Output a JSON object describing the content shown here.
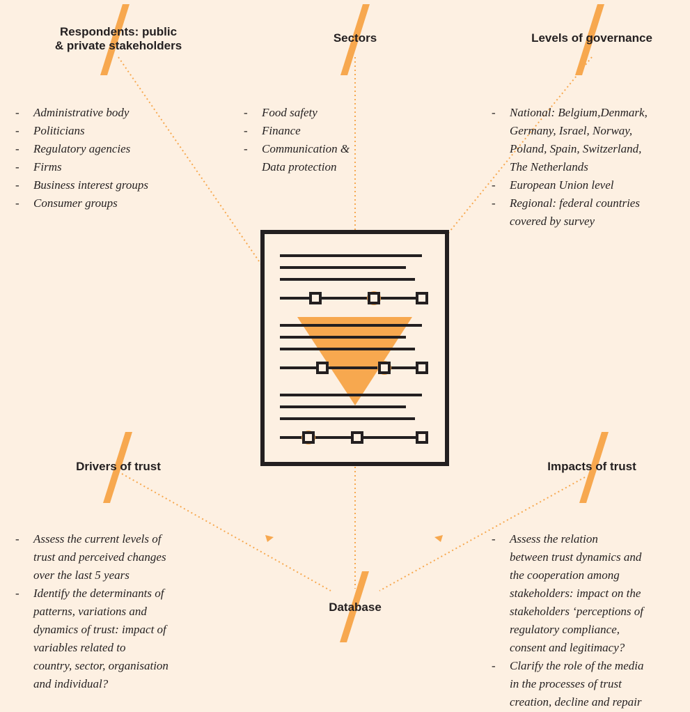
{
  "colors": {
    "background": "#fdf0e2",
    "accent": "#f7a84f",
    "ink": "#231f20"
  },
  "respondents": {
    "title": "Respondents: public\n& private stakeholders",
    "items": [
      "Administrative body",
      "Politicians",
      "Regulatory agencies",
      "Firms",
      "Business interest groups",
      "Consumer groups"
    ]
  },
  "sectors": {
    "title": "Sectors",
    "items": [
      "Food safety",
      "Finance",
      "Communication &\nData protection"
    ]
  },
  "governance": {
    "title": "Levels of governance",
    "items": [
      "National: Belgium,Denmark,\nGermany, Israel, Norway,\nPoland, Spain, Switzerland,\nThe Netherlands",
      "European Union level",
      "Regional: federal countries\ncovered by survey"
    ]
  },
  "drivers": {
    "title": "Drivers of trust",
    "items": [
      "Assess the current levels of\ntrust and perceived changes\nover the last 5 years",
      "Identify the determinants of\npatterns, variations and\ndynamics of trust: impact of\nvariables related to\ncountry, sector, organisation\nand individual?"
    ]
  },
  "impacts": {
    "title": "Impacts of trust",
    "items": [
      "Assess the relation\nbetween trust dynamics and\n the cooperation among\nstakeholders: impact on the\nstakeholders ‘perceptions of\nregulatory compliance,\nconsent and legitimacy?",
      "Clarify the role of the media\nin the processes of trust\ncreation, decline and repair"
    ]
  },
  "database": {
    "title": "Database"
  },
  "icons": {
    "center": "survey-document-funnel-icon",
    "slash": "slash-marker-icon"
  }
}
